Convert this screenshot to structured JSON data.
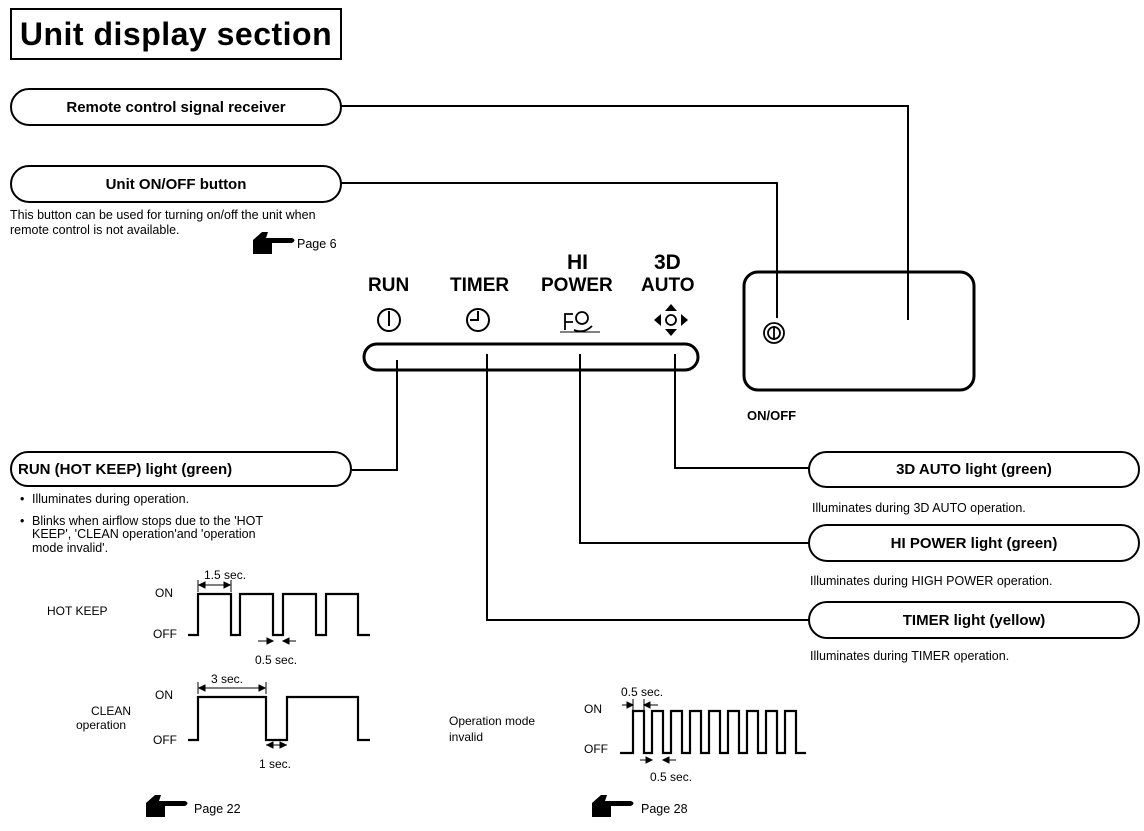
{
  "title": "Unit display section",
  "callouts": {
    "remote_receiver": "Remote control signal receiver",
    "onoff_button": "Unit ON/OFF button",
    "run_light": "RUN (HOT KEEP) light (green)",
    "auto3d_light": "3D AUTO light (green)",
    "hipower_light": "HI POWER light (green)",
    "timer_light": "TIMER light (yellow)"
  },
  "onoff_desc_line1": "This button can be used for turning on/off the unit when",
  "onoff_desc_line2": "remote control is not available.",
  "page_refs": {
    "p6": "Page 6",
    "p22": "Page 22",
    "p28": "Page 28"
  },
  "panel_labels": {
    "run": "RUN",
    "timer": "TIMER",
    "hi": "HI",
    "power": "POWER",
    "d3": "3D",
    "auto": "AUTO"
  },
  "onoff_label": "ON/OFF",
  "run_bullets": [
    "Illuminates during operation.",
    "Blinks when airflow stops due to the 'HOT",
    "KEEP', 'CLEAN operation'and 'operation",
    "mode invalid'."
  ],
  "auto3d_desc": "Illuminates during 3D AUTO operation.",
  "hipower_desc": "Illuminates during HIGH POWER operation.",
  "timer_desc": "Illuminates during TIMER operation.",
  "timing": {
    "on": "ON",
    "off": "OFF",
    "hot_keep": "HOT KEEP",
    "clean_line1": "CLEAN",
    "clean_line2": "operation",
    "opmode_line1": "Operation mode",
    "opmode_line2": "invalid",
    "t_1_5": "1.5 sec.",
    "t_0_5": "0.5 sec.",
    "t_3": "3 sec.",
    "t_1": "1 sec."
  },
  "icons": {
    "run": "power-symbol-icon",
    "timer": "clock-icon",
    "hipower": "hi-power-icon",
    "auto3d": "3d-auto-arrows-icon",
    "pointer": "pointing-hand-icon",
    "onoff_button": "onoff-button-icon"
  }
}
